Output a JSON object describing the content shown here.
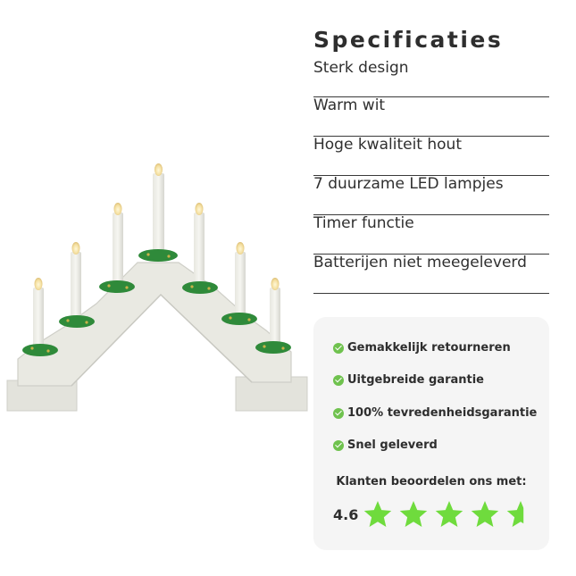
{
  "specs": {
    "title": "Specificaties",
    "items": [
      "Sterk design",
      "Warm wit",
      "Hoge kwaliteit hout",
      "7 duurzame LED lampjes",
      "Timer functie",
      "Batterijen niet meegeleverd"
    ]
  },
  "usps": [
    "Gemakkelijk retourneren",
    "Uitgebreide garantie",
    "100% tevredenheidsgarantie",
    "Snel geleverd"
  ],
  "rating": {
    "title": "Klanten beoordelen ons met:",
    "score": "4.6",
    "stars_filled": 4.6,
    "stars_total": 5,
    "star_color": "#6fdb3d"
  },
  "colors": {
    "check": "#6fc24e",
    "card_bg": "#f5f5f5"
  }
}
